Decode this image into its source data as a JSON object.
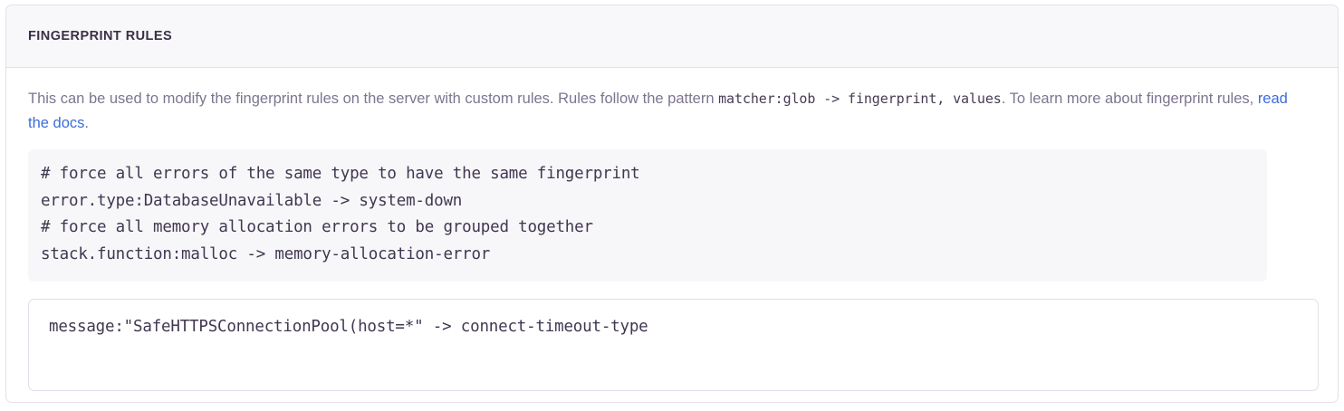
{
  "panel": {
    "title": "FINGERPRINT RULES",
    "description": {
      "lead": "This can be used to modify the fingerprint rules on the server with custom rules. Rules follow the pattern ",
      "inline_code": "matcher:glob -> fingerprint, values",
      "middle": ". To learn more about fingerprint rules, ",
      "link_label": "read the docs",
      "trailing": "."
    },
    "example_code": {
      "lines": [
        "# force all errors of the same type to have the same fingerprint",
        "error.type:DatabaseUnavailable -> system-down",
        "# force all memory allocation errors to be grouped together",
        "stack.function:malloc -> memory-allocation-error"
      ]
    },
    "rules_input": {
      "value": "message:\"SafeHTTPSConnectionPool(host=*\" -> connect-timeout-type",
      "placeholder": ""
    }
  },
  "colors": {
    "link": "#3c6dd8",
    "title": "#3a3046",
    "body_text": "#7d7590",
    "code_text": "#413751",
    "code_background": "#f7f7f9",
    "panel_border": "#e3e1e9",
    "header_background": "#f8f8fa"
  }
}
